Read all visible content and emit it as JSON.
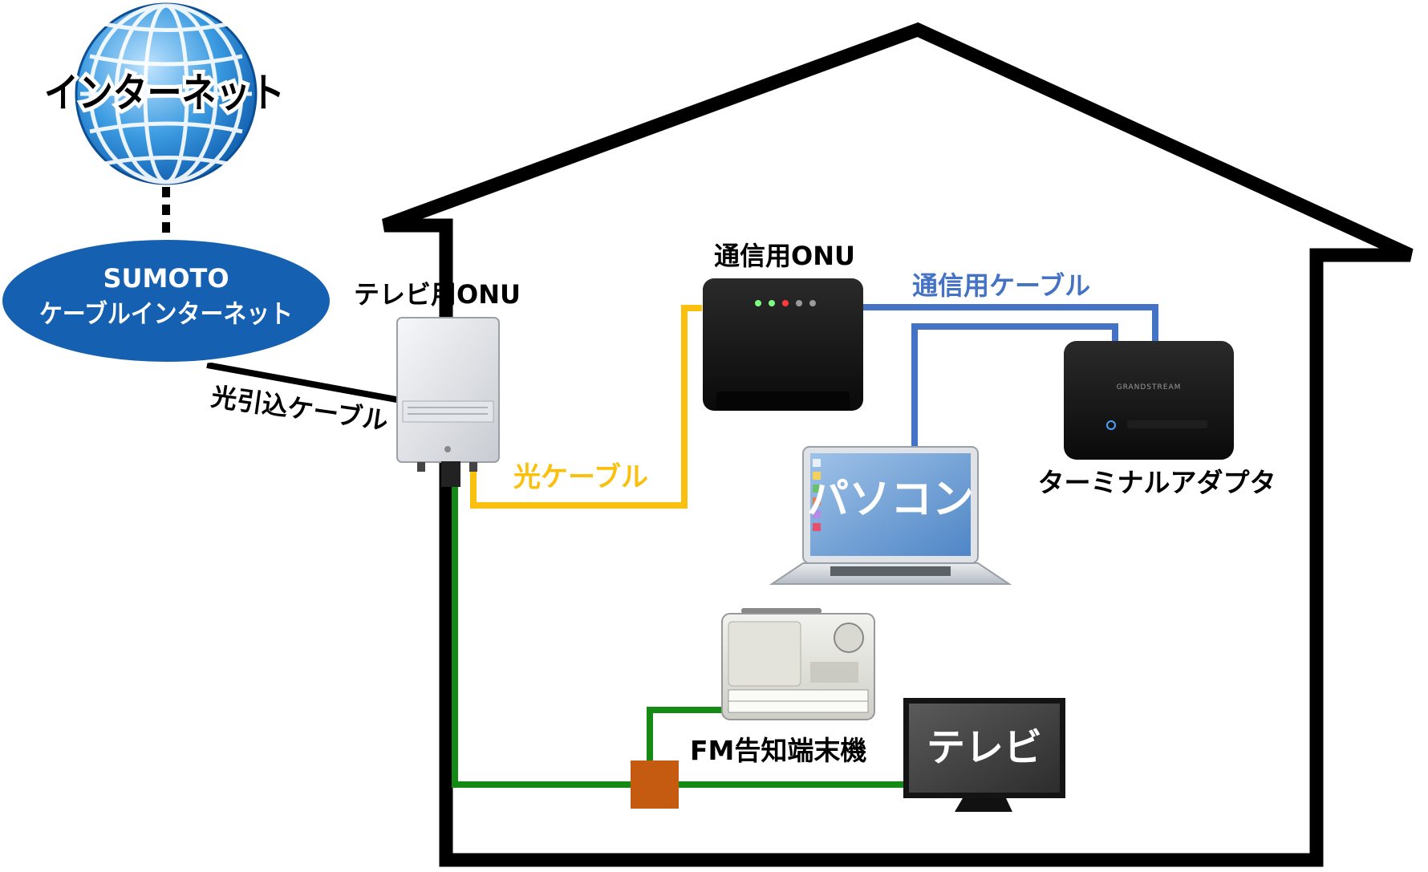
{
  "labels": {
    "internet": "インターネット",
    "provider_line1": "SUMOTO",
    "provider_line2": "ケーブルインターネット",
    "drop_cable": "光引込ケーブル",
    "tv_onu": "テレビ用ONU",
    "optical_cable": "光ケーブル",
    "comm_onu": "通信用ONU",
    "comm_cable": "通信用ケーブル",
    "terminal_adapter": "ターミナルアダプタ",
    "pc": "パソコン",
    "fm_terminal": "FM告知端末機",
    "tv": "テレビ"
  },
  "device_text": {
    "ta_brand": "GRANDSTREAM"
  },
  "colors": {
    "house": "#000000",
    "optical_cable": "#fbbf0e",
    "comm_cable": "#4472c4",
    "coax_cable": "#138a13",
    "splitter": "#c55a11",
    "provider_fill": "#1560b0",
    "globe": "#2b8fd6",
    "comm_cable_label": "#4472c4",
    "optical_cable_label": "#fbbf0e"
  },
  "icons": [
    "globe-icon",
    "cloud-ellipse",
    "onu-box-icon",
    "router-icon",
    "adapter-icon",
    "laptop-icon",
    "radio-icon",
    "tv-icon",
    "splitter-icon"
  ]
}
